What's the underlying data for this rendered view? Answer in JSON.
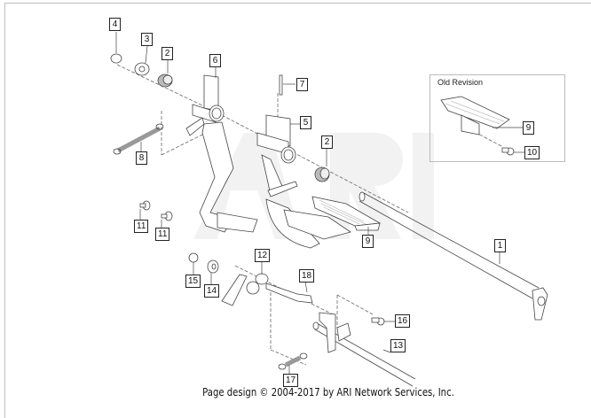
{
  "diagram": {
    "type": "exploded parts diagram",
    "watermark": "ARI",
    "callouts": [
      {
        "id": "c4",
        "label": "4"
      },
      {
        "id": "c3",
        "label": "3"
      },
      {
        "id": "c2a",
        "label": "2"
      },
      {
        "id": "c6",
        "label": "6"
      },
      {
        "id": "c7",
        "label": "7"
      },
      {
        "id": "c5",
        "label": "5"
      },
      {
        "id": "c2b",
        "label": "2"
      },
      {
        "id": "c8",
        "label": "8"
      },
      {
        "id": "c11a",
        "label": "11"
      },
      {
        "id": "c11b",
        "label": "11"
      },
      {
        "id": "c9a",
        "label": "9"
      },
      {
        "id": "c1",
        "label": "1"
      },
      {
        "id": "c12",
        "label": "12"
      },
      {
        "id": "c15",
        "label": "15"
      },
      {
        "id": "c14",
        "label": "14"
      },
      {
        "id": "c18",
        "label": "18"
      },
      {
        "id": "c16",
        "label": "16"
      },
      {
        "id": "c13",
        "label": "13"
      },
      {
        "id": "c17",
        "label": "17"
      },
      {
        "id": "c9b",
        "label": "9"
      },
      {
        "id": "c10",
        "label": "10"
      }
    ],
    "inset": {
      "title": "Old Revision"
    }
  },
  "footer": {
    "copyright": "Page design © 2004-2017 by ARI Network Services, Inc."
  }
}
